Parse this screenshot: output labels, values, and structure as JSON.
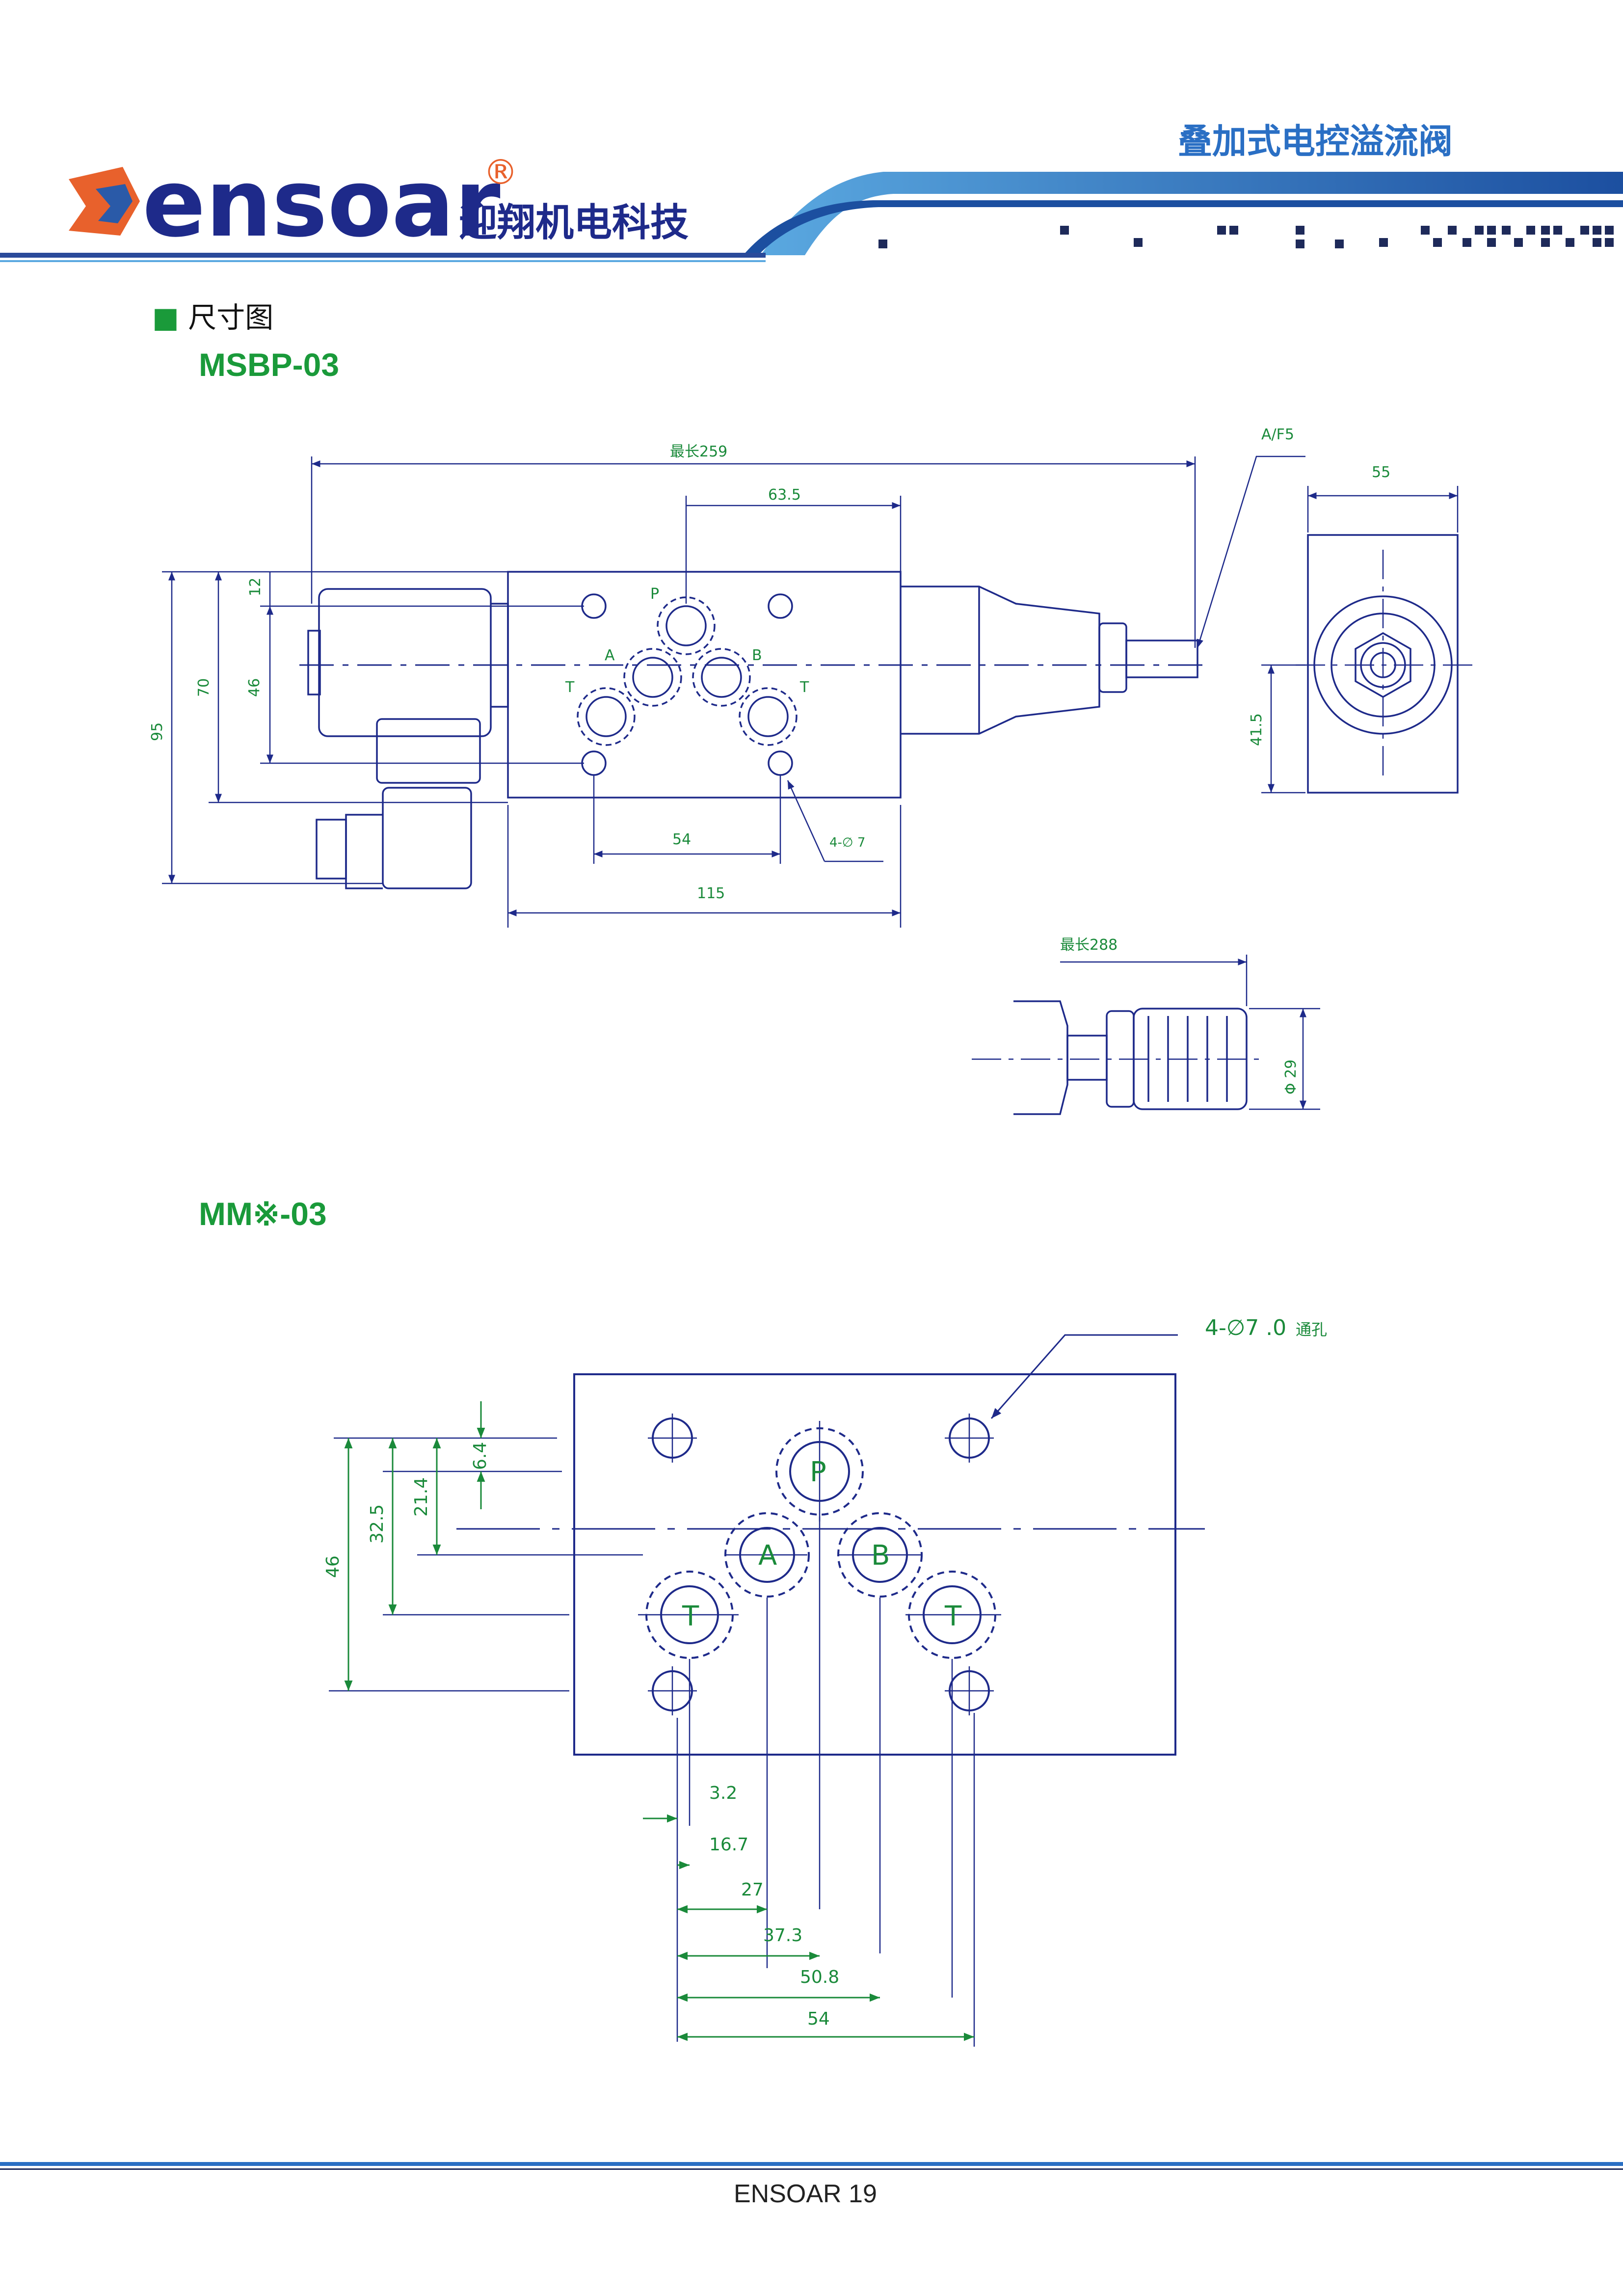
{
  "header": {
    "brand": "ensoar",
    "registered_mark": "®",
    "company_cn": "迎翔机电科技",
    "product_title": "叠加式电控溢流阀"
  },
  "section": {
    "label": "尺寸图",
    "bullet": "■"
  },
  "models": {
    "first": "MSBP-03",
    "second": "MM※-03"
  },
  "drawing1": {
    "max_len_259": "最长259",
    "dim_63_5": "63.5",
    "dim_12": "12",
    "dim_70": "70",
    "dim_46": "46",
    "dim_95": "95",
    "dim_54": "54",
    "dim_115": "115",
    "holes": "4-∅ 7",
    "port_P": "P",
    "port_A": "A",
    "port_B": "B",
    "port_T1": "T",
    "port_T2": "T",
    "af5": "A/F5",
    "dim_55": "55",
    "dim_41_5": "41.5",
    "max_len_288": "最长288",
    "dia_29": "Φ 29"
  },
  "drawing2": {
    "holes_label": "4-∅7 .0",
    "holes_suffix": "通孔",
    "port_P": "P",
    "port_A": "A",
    "port_B": "B",
    "port_T1": "T",
    "port_T2": "T",
    "dim_6_4": "6.4",
    "dim_21_4": "21.4",
    "dim_32_5": "32.5",
    "dim_46": "46",
    "dim_3_2": "3.2",
    "dim_16_7": "16.7",
    "dim_27": "27",
    "dim_37_3": "37.3",
    "dim_50_8": "50.8",
    "dim_54": "54"
  },
  "footer": {
    "text": "ENSOAR  19"
  },
  "colors": {
    "drawing_line": "#1e2a8a",
    "dimension": "#1a8a3a",
    "header_blue": "#2a6fc4",
    "logo_orange": "#e8612c"
  }
}
